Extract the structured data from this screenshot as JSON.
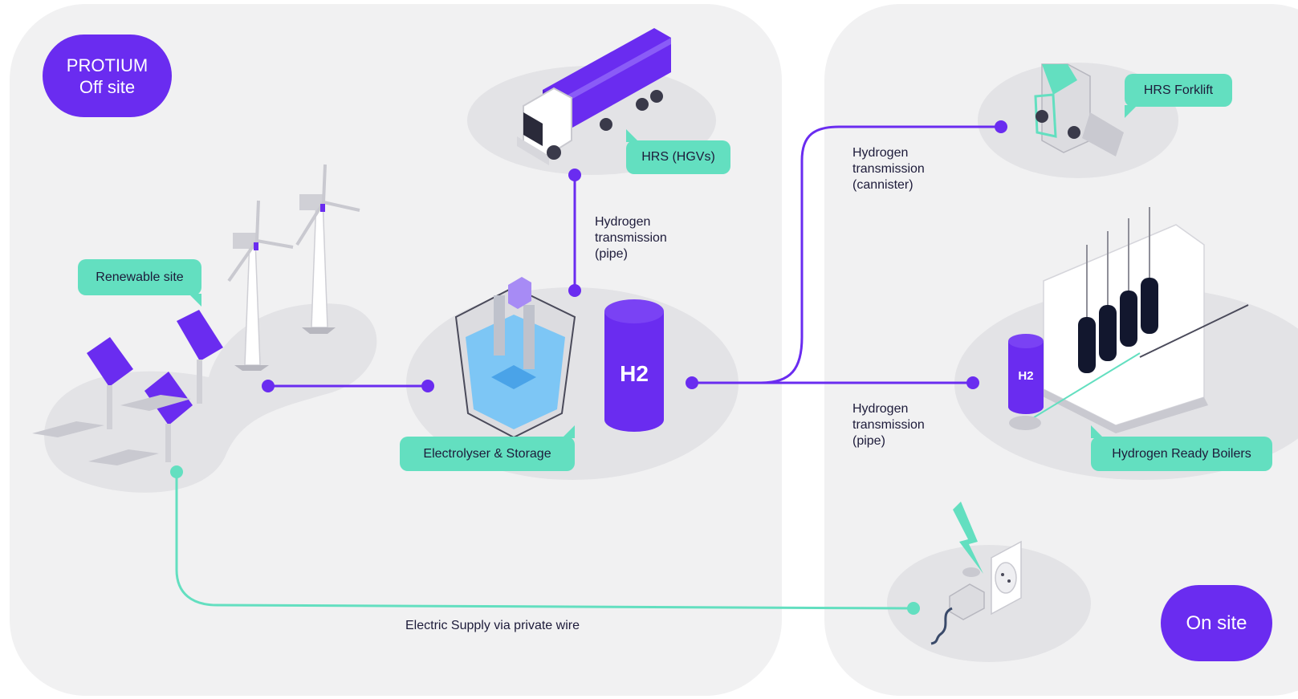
{
  "colors": {
    "accent_purple": "#6a2cf0",
    "accent_teal": "#63dfc0",
    "panel_bg": "#f1f1f2",
    "text": "#1d1b3a"
  },
  "zones": {
    "offsite": {
      "line1": "PROTIUM",
      "line2": "Off site"
    },
    "onsite": {
      "label": "On site"
    }
  },
  "nodes": {
    "renewable": "Renewable site",
    "electrolyser": "Electrolyser & Storage",
    "hrs_hgv": "HRS (HGVs)",
    "hrs_forklift": "HRS Forklift",
    "boilers": "Hydrogen Ready Boilers"
  },
  "tanks": {
    "main": "H2",
    "boiler": "H2"
  },
  "links": {
    "pipe_hgv": "Hydrogen\ntransmission\n(pipe)",
    "canister": "Hydrogen\ntransmission\n(cannister)",
    "pipe_boilers": "Hydrogen\ntransmission\n(pipe)",
    "private_wire": "Electric Supply via private wire"
  },
  "icons": [
    "wind-turbine-icon",
    "solar-panel-icon",
    "truck-icon",
    "forklift-icon",
    "electrolyser-icon",
    "hydrogen-tank-icon",
    "boiler-icon",
    "power-socket-icon",
    "plug-icon",
    "lightning-icon"
  ]
}
